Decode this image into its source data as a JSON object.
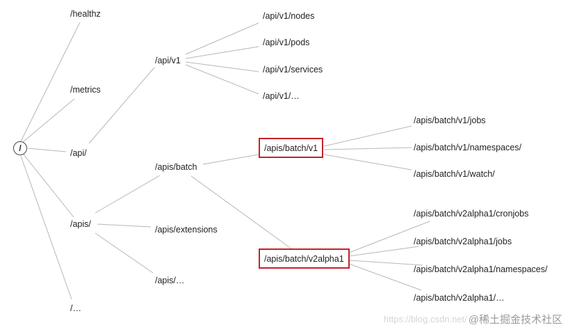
{
  "root": "/",
  "nodes": {
    "healthz": "/healthz",
    "metrics": "/metrics",
    "api": "/api/",
    "apis": "/apis/",
    "ellipsis": "/…",
    "api_v1": "/api/v1",
    "api_v1_nodes": "/api/v1/nodes",
    "api_v1_pods": "/api/v1/pods",
    "api_v1_services": "/api/v1/services",
    "api_v1_ellipsis": "/api/v1/…",
    "apis_batch": "/apis/batch",
    "apis_extensions": "/apis/extensions",
    "apis_ellipsis": "/apis/…",
    "batch_v1": "/apis/batch/v1",
    "batch_v2alpha1": "/apis/batch/v2alpha1",
    "batch_v1_jobs": "/apis/batch/v1/jobs",
    "batch_v1_namespaces": "/apis/batch/v1/namespaces/",
    "batch_v1_watch": "/apis/batch/v1/watch/",
    "batch_v2_cronjobs": "/apis/batch/v2alpha1/cronjobs",
    "batch_v2_jobs": "/apis/batch/v2alpha1/jobs",
    "batch_v2_namespaces": "/apis/batch/v2alpha1/namespaces/",
    "batch_v2_ellipsis": "/apis/batch/v2alpha1/…"
  },
  "watermark": {
    "url": "https://blog.csdn.net/",
    "brand": "@稀土掘金技术社区"
  },
  "colors": {
    "highlight_border": "#c4222a",
    "edge": "#b7b7b7"
  }
}
